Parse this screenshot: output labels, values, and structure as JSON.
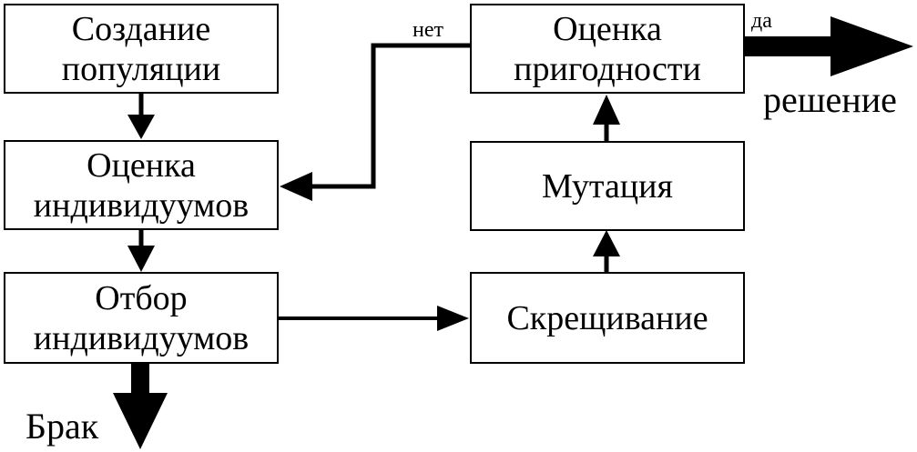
{
  "diagram": {
    "nodes": {
      "create_population": {
        "line1": "Создание",
        "line2": "популяции"
      },
      "evaluate_individuals": {
        "line1": "Оценка",
        "line2": "индивидуумов"
      },
      "select_individuals": {
        "line1": "Отбор",
        "line2": "индивидуумов"
      },
      "fitness_evaluation": {
        "line1": "Оценка",
        "line2": "пригодности"
      },
      "mutation": {
        "label": "Мутация"
      },
      "crossover": {
        "label": "Скрещивание"
      }
    },
    "labels": {
      "no": "нет",
      "yes": "да",
      "solution": "решение",
      "reject": "Брак"
    },
    "edges": [
      {
        "from": "Создание популяции",
        "to": "Оценка индивидуумов"
      },
      {
        "from": "Оценка индивидуумов",
        "to": "Отбор индивидуумов"
      },
      {
        "from": "Отбор индивидуумов",
        "to": "Скрещивание"
      },
      {
        "from": "Отбор индивидуумов",
        "to": "Брак"
      },
      {
        "from": "Скрещивание",
        "to": "Мутация"
      },
      {
        "from": "Мутация",
        "to": "Оценка пригодности"
      },
      {
        "from": "Оценка пригодности",
        "to": "Оценка индивидуумов",
        "label": "нет"
      },
      {
        "from": "Оценка пригодности",
        "to": "решение",
        "label": "да"
      }
    ]
  }
}
